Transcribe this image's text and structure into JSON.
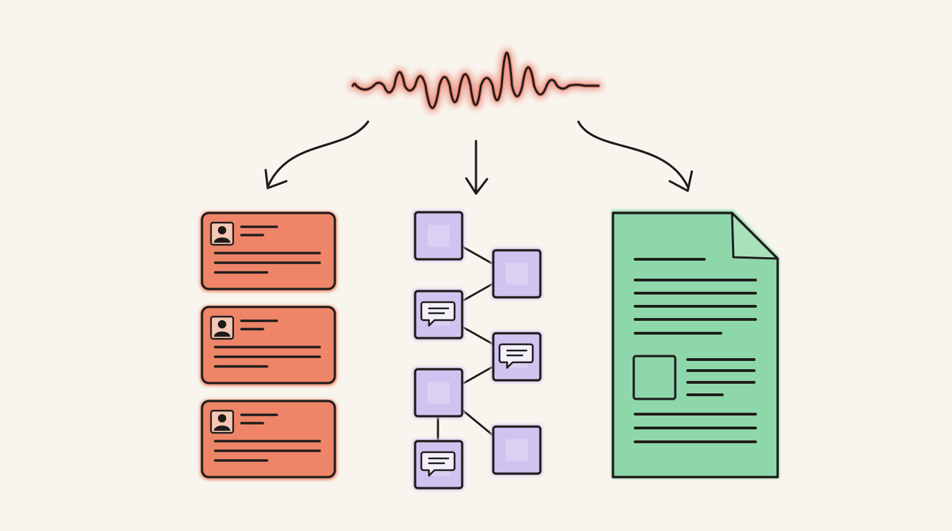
{
  "colors": {
    "background": "#f8f5ee",
    "ink": "#1e1c1b",
    "wave": "#e9806e",
    "card": "#ee8468",
    "node": "#cfc4ef",
    "document": "#8ed7aa",
    "document_fold": "#a7e2bd"
  },
  "icons": {
    "waveform": "sound-wave-icon",
    "profile": "user-profile-icon",
    "chat": "chat-bubble-icon",
    "document": "document-icon"
  },
  "diagram": {
    "source": "sound-wave",
    "outputs": [
      "profile-cards",
      "node-graph",
      "document"
    ],
    "profile_cards": 3,
    "graph_nodes": 7,
    "graph_chat_nodes": 3
  }
}
